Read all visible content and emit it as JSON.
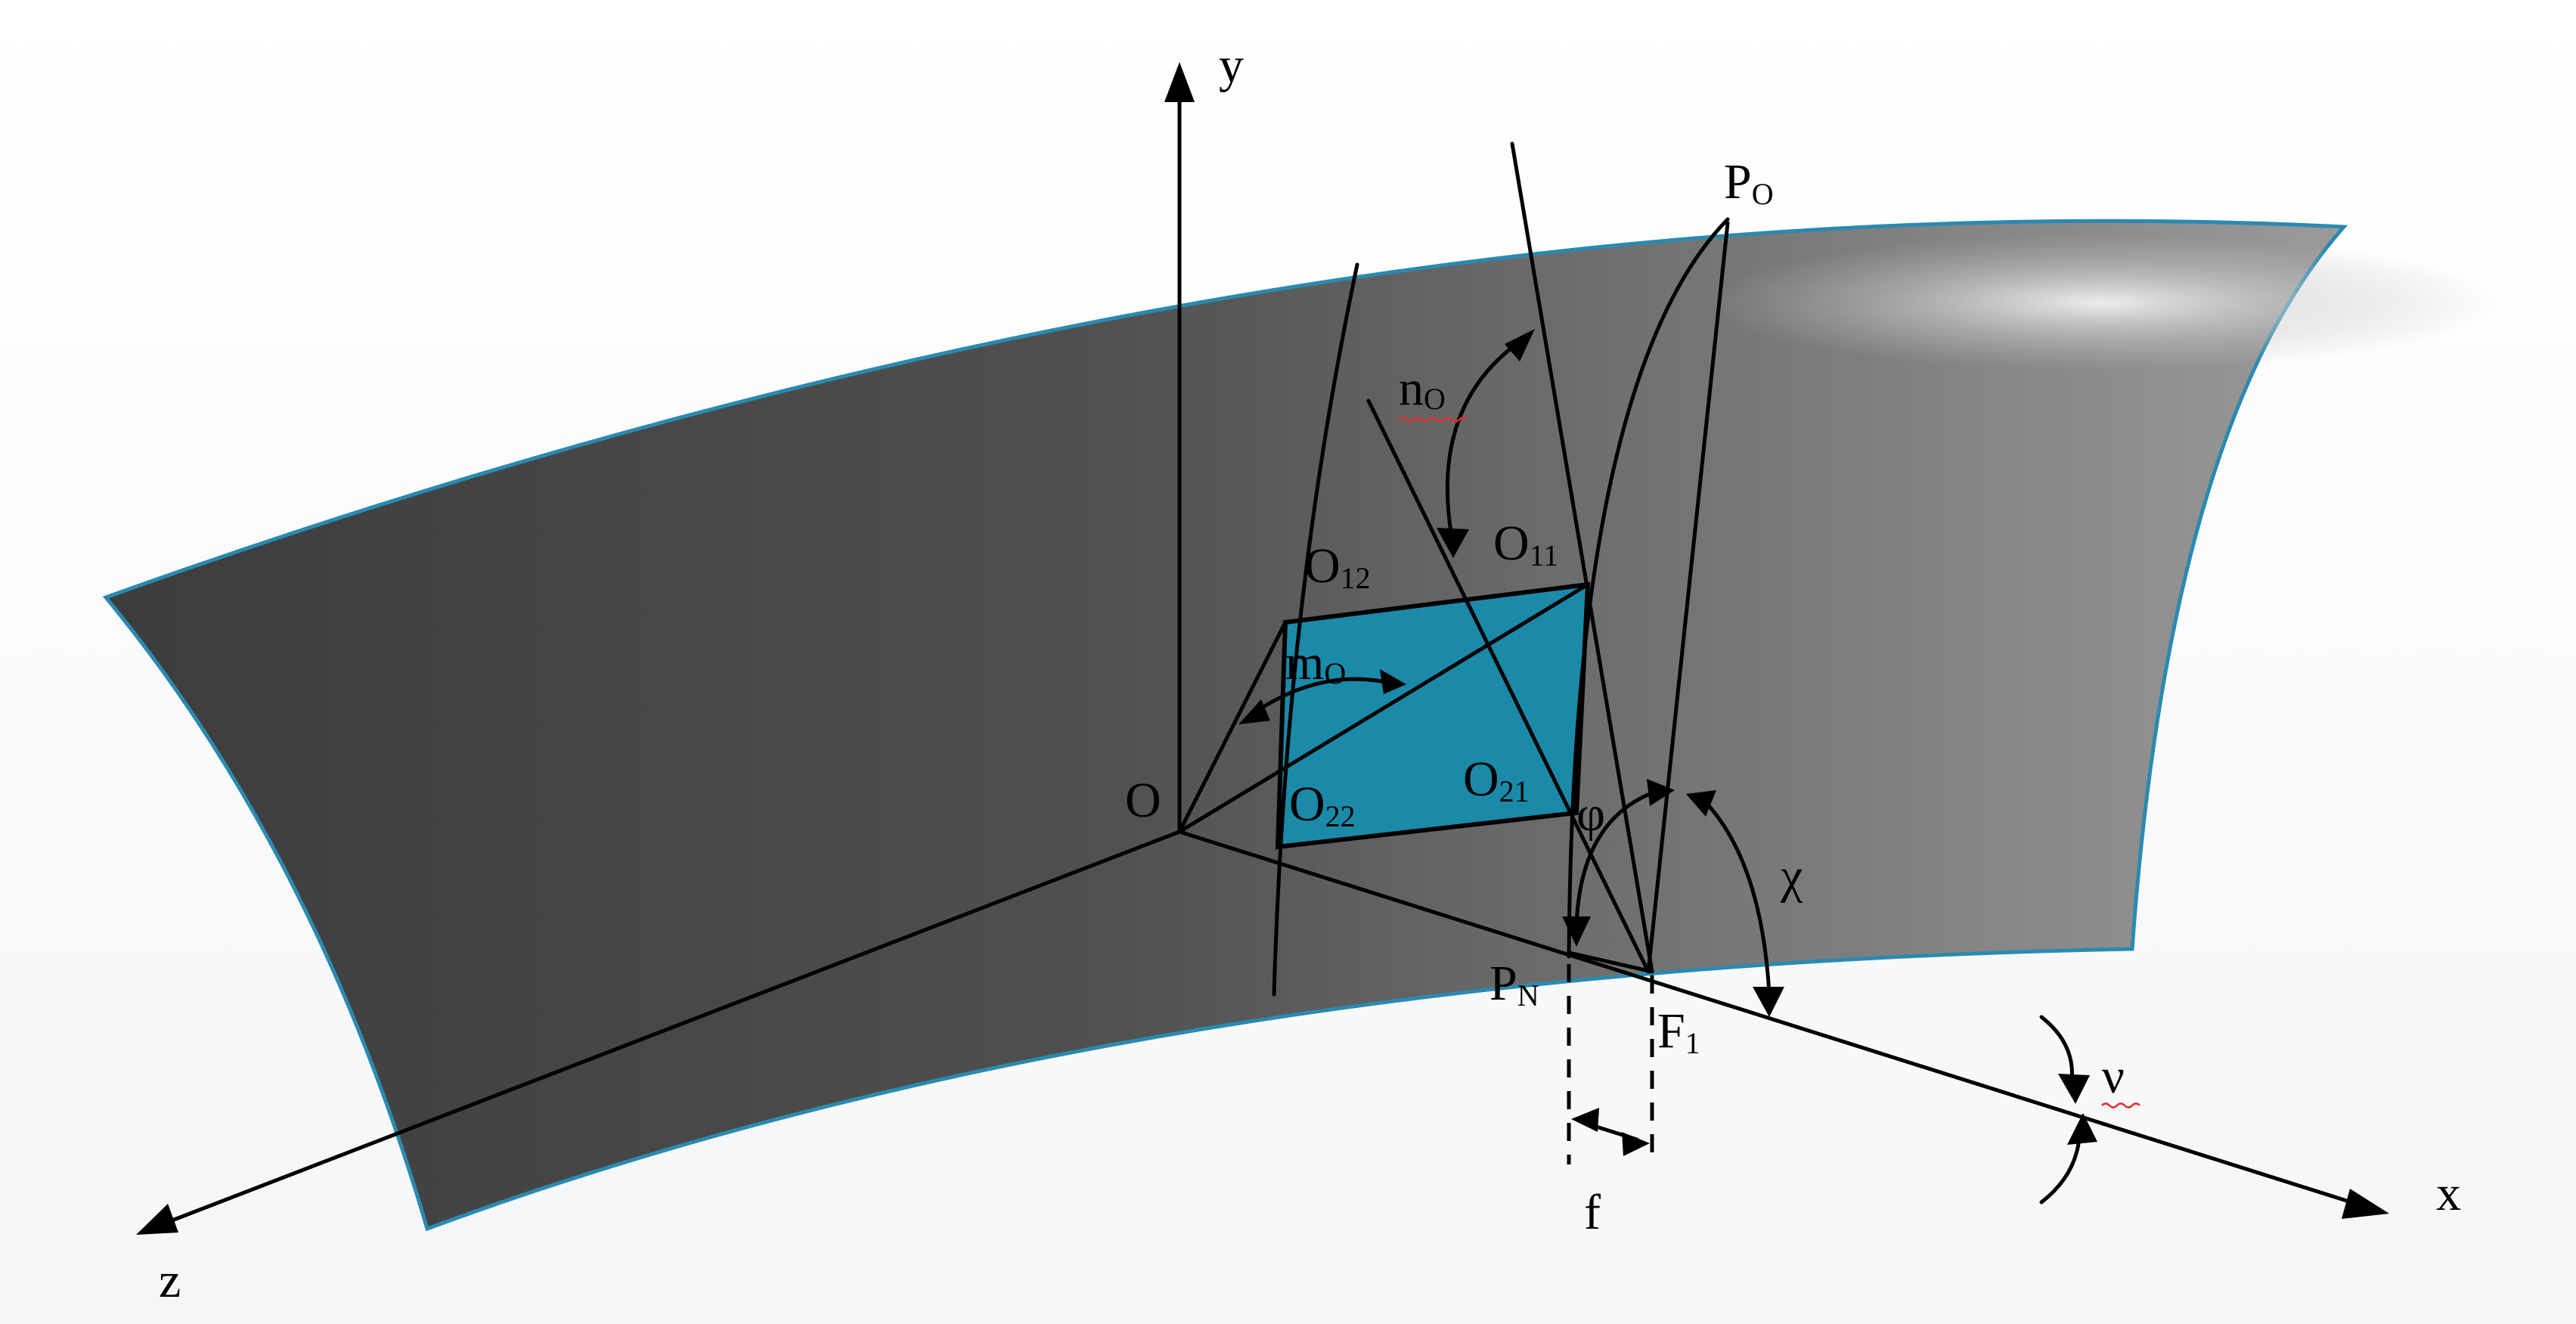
{
  "labels": {
    "y": "y",
    "x": "x",
    "z": "z",
    "O": "O",
    "P": "P",
    "P_O_sub": "O",
    "P_N_base": "P",
    "P_N_sub": "N",
    "F": "F",
    "F_sub": "1",
    "n": "n",
    "n_sub": "O",
    "m": "m",
    "m_sub": "O",
    "O11": "O",
    "O11_sub": "11",
    "O12": "O",
    "O12_sub": "12",
    "O21": "O",
    "O21_sub": "21",
    "O22": "O",
    "O22_sub": "22",
    "phi": "φ",
    "chi": "χ",
    "nu": "ν",
    "f": "f"
  },
  "colors": {
    "surface_dark": "#3a3a3a",
    "surface_light": "#b8b8b8",
    "surface_edge": "#2a8ab0",
    "tool_face": "#1a8aa8",
    "lines": "#000000"
  }
}
